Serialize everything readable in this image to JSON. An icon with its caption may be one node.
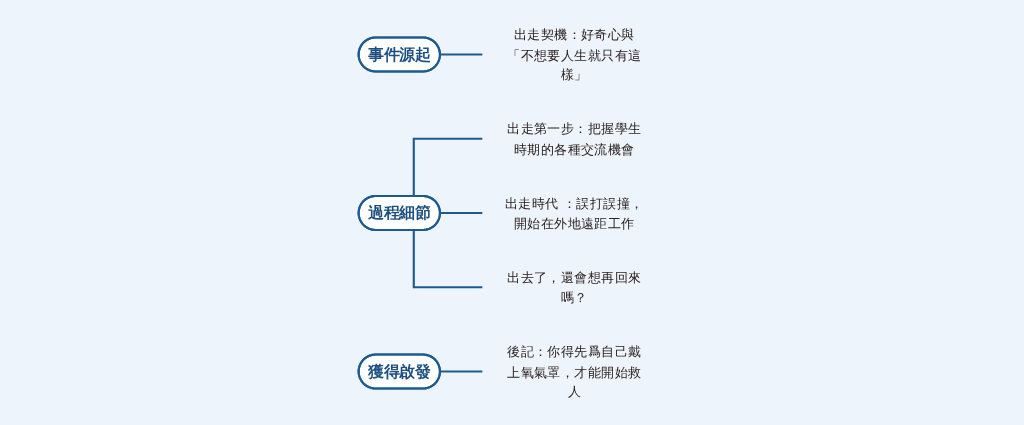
{
  "diagram": {
    "nodes": [
      {
        "text": [
          "事件源起"
        ]
      },
      {
        "text": [
          "過程細節"
        ]
      },
      {
        "text": [
          "獲得啟發"
        ]
      },
      {
        "text": [
          "出走契機：好奇心與「不想要人生就只有這樣」"
        ]
      },
      {
        "text": [
          "出走第一步：把握學生時期的各種交流機會"
        ]
      },
      {
        "text": [
          "出走時代 ：誤打誤撞，開始在外地遠距工作"
        ]
      },
      {
        "text": [
          "出去了，還會想再回來嗎？"
        ]
      },
      {
        "text": [
          "後記：你得先爲自己戴上氧氣罩，才能開始救人"
        ]
      }
    ],
    "edges": [
      {
        "from": 0,
        "to": 3,
        "arrow": "none"
      },
      {
        "from": 1,
        "to": 4,
        "arrow": "none"
      },
      {
        "from": 1,
        "to": 5,
        "arrow": "none"
      },
      {
        "from": 1,
        "to": 6,
        "arrow": "none"
      },
      {
        "from": 2,
        "to": 7,
        "arrow": "none"
      }
    ]
  }
}
